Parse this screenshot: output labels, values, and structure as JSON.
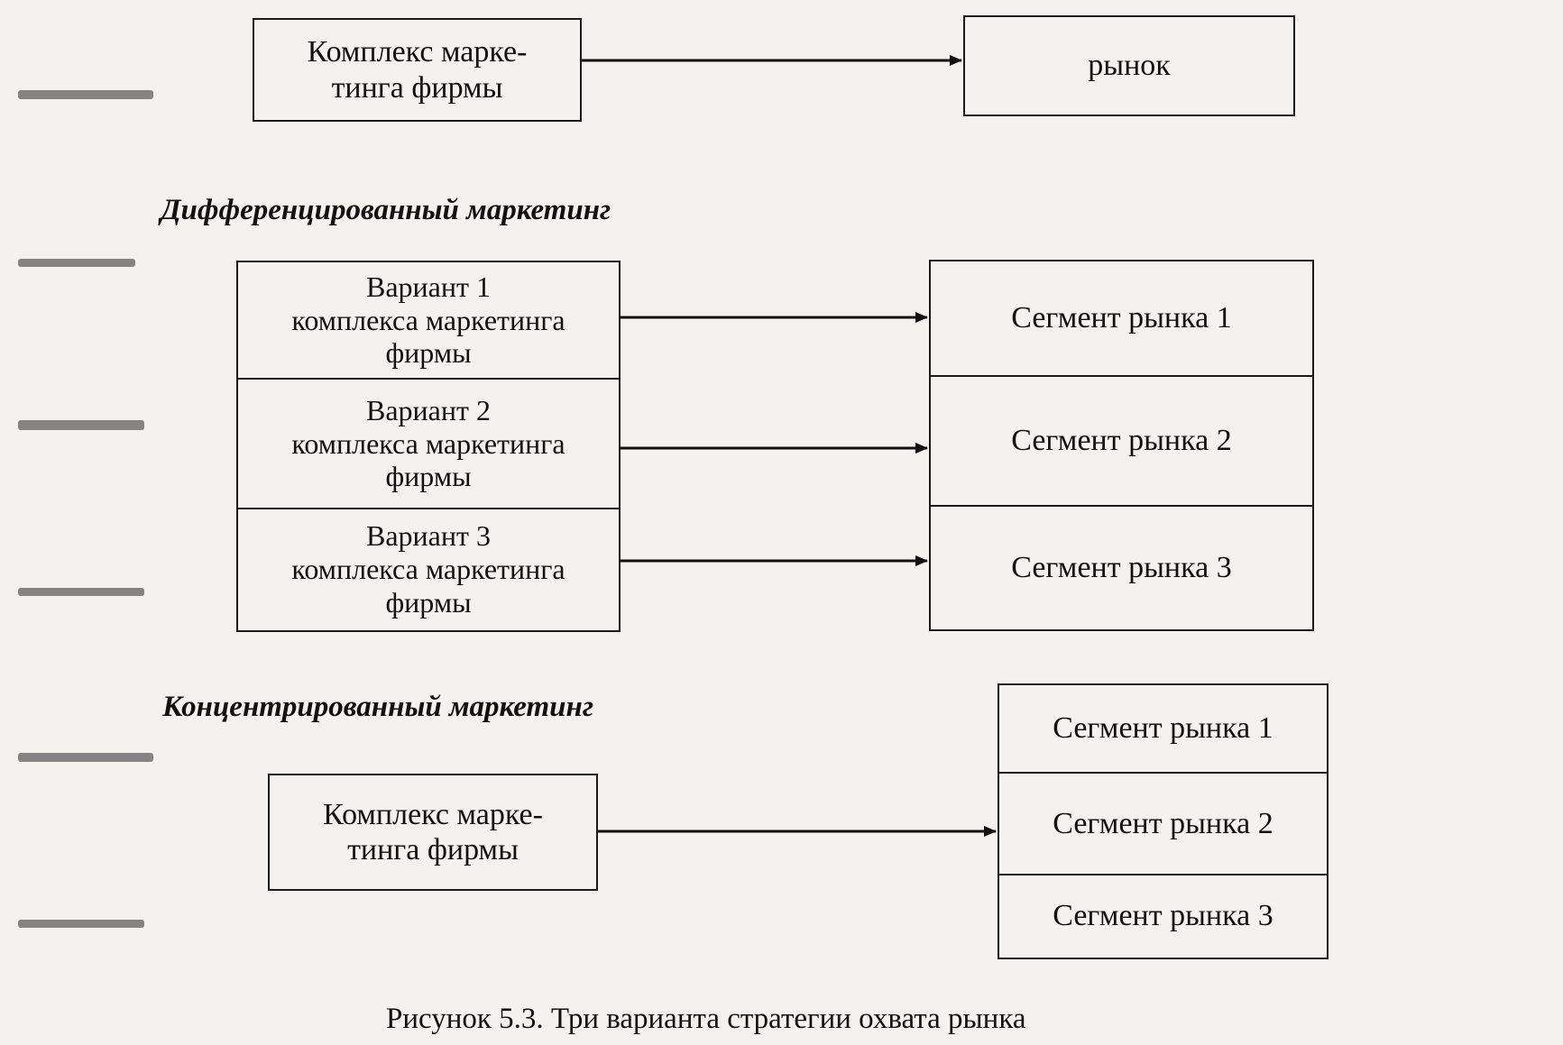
{
  "undifferentiated": {
    "mix_label": "Комплекс марке-\nтинга фирмы",
    "market_label": "рынок"
  },
  "differentiated": {
    "heading": "Дифференцированный маркетинг",
    "variants": [
      "Вариант 1\nкомплекса маркетинга\nфирмы",
      "Вариант 2\nкомплекса маркетинга\nфирмы",
      "Вариант 3\nкомплекса маркетинга\nфирмы"
    ],
    "segments": [
      "Сегмент рынка 1",
      "Сегмент рынка 2",
      "Сегмент рынка 3"
    ]
  },
  "concentrated": {
    "heading": "Концентрированный маркетинг",
    "mix_label": "Комплекс марке-\nтинга фирмы",
    "segments": [
      "Сегмент рынка 1",
      "Сегмент рынка 2",
      "Сегмент рынка 3"
    ]
  },
  "caption": "Рисунок 5.3. Три варианта стратегии охвата рынка"
}
